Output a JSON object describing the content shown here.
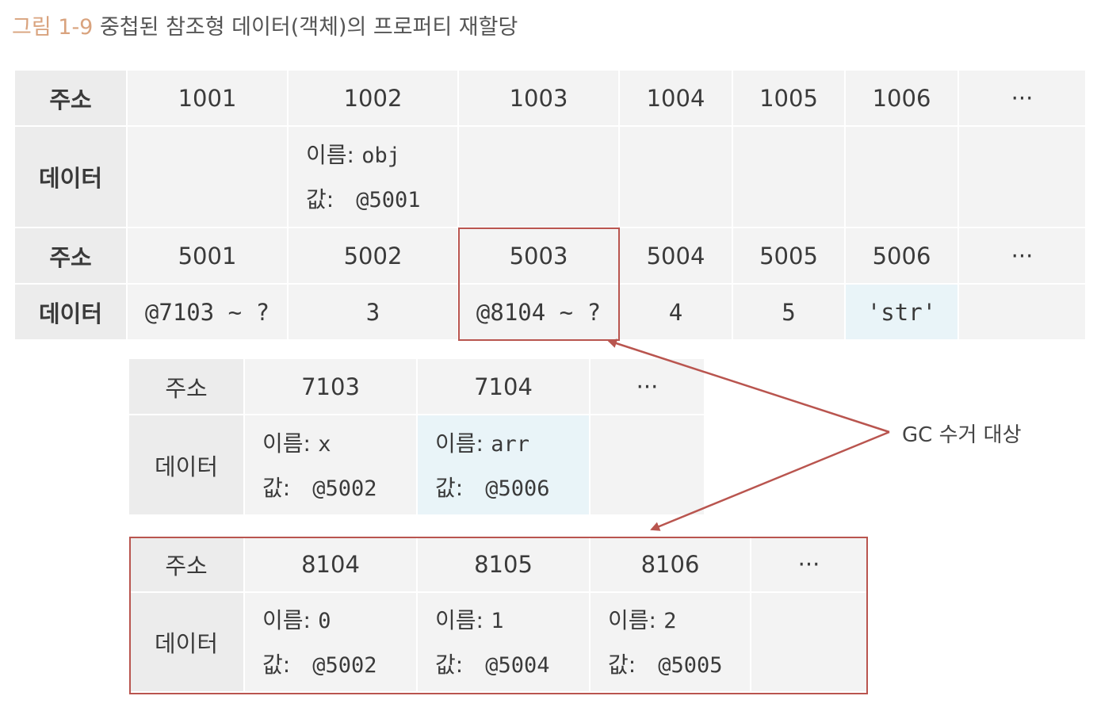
{
  "title": {
    "figure_number": "그림 1-9",
    "caption": "중첩된 참조형 데이터(객체)의 프로퍼티 재할당"
  },
  "labels": {
    "address": "주소",
    "data": "데이터",
    "name_prefix": "이름:",
    "value_prefix": "값:",
    "ellipsis": "···"
  },
  "table1": {
    "addresses": [
      "1001",
      "1002",
      "1003",
      "1004",
      "1005",
      "1006"
    ],
    "cell_1002": {
      "name": "obj",
      "value": "@5001"
    }
  },
  "table2": {
    "addresses": [
      "5001",
      "5002",
      "5003",
      "5004",
      "5005",
      "5006"
    ],
    "values": [
      "@7103 ~ ?",
      "3",
      "@8104 ~ ?",
      "4",
      "5",
      "'str'"
    ]
  },
  "table3": {
    "addresses": [
      "7103",
      "7104"
    ],
    "cells": [
      {
        "name": "x",
        "value": "@5002"
      },
      {
        "name": "arr",
        "value": "@5006"
      }
    ]
  },
  "table4": {
    "addresses": [
      "8104",
      "8105",
      "8106"
    ],
    "cells": [
      {
        "name": "0",
        "value": "@5002"
      },
      {
        "name": "1",
        "value": "@5004"
      },
      {
        "name": "2",
        "value": "@5005"
      }
    ]
  },
  "gc_label": "GC 수거 대상",
  "colors": {
    "figure_number": "#d9a37e",
    "highlight_box": "#b9554f",
    "highlight_cell": "#e9f4f8",
    "cell_background": "#f3f3f3"
  }
}
